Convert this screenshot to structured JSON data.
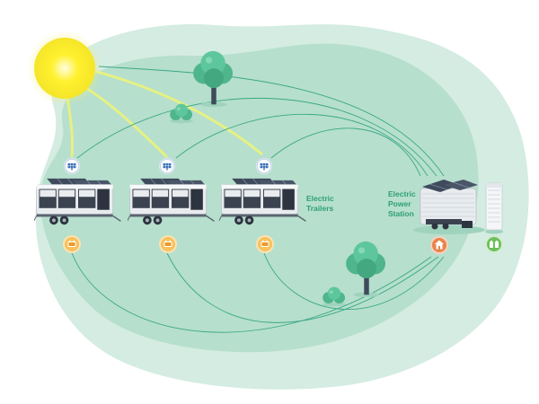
{
  "labels": {
    "trailers": [
      "Electric",
      "Trailers"
    ],
    "station": [
      "Electric",
      "Power",
      "Station"
    ]
  },
  "icons": {
    "sun": "sun-icon",
    "solar_panel": "solar-panel-icon",
    "battery": "battery-icon",
    "home": "home-icon",
    "battery_pair": "battery-pair-icon",
    "tree": "tree-icon",
    "bush": "bush-icon",
    "power_station": "power-station-icon",
    "charger": "charger-icon",
    "trailer": "trailer-icon"
  },
  "colors": {
    "blob_light": "#d4ece2",
    "blob_main": "#b6dfcd",
    "line": "#3aa886",
    "label": "#2f9e78",
    "sun": "#fff12c",
    "ray": "#e9f27e",
    "battery_badge": "#f7c15c",
    "home_badge": "#e8844c",
    "green_badge": "#6cc05e"
  },
  "trailers": [
    {
      "name": "trailer-1"
    },
    {
      "name": "trailer-2"
    },
    {
      "name": "trailer-3"
    }
  ]
}
